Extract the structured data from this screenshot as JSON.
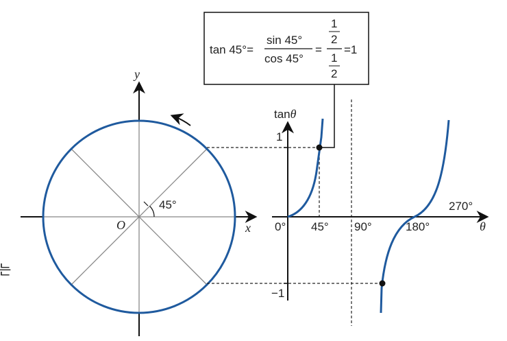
{
  "formula": {
    "lhs": "tan 45°=",
    "num": "sin 45°",
    "den": "cos 45°",
    "eq": "=",
    "half_num": "1",
    "half_den": "2",
    "result": "=1"
  },
  "circle": {
    "y_axis_label": "y",
    "x_axis_label": "x",
    "origin_label": "O",
    "angle_label": "45°"
  },
  "graph": {
    "y_axis_label_prefix": "tan",
    "y_axis_label_var": "θ",
    "x_axis_label": "θ",
    "tick_1": "1",
    "tick_neg1": "−1",
    "x_ticks": [
      "0°",
      "45°",
      "90°",
      "180°",
      "270°"
    ]
  },
  "side_text": "는",
  "colors": {
    "curve": "#1f5a9e",
    "axis": "#111111",
    "guide": "#888888"
  }
}
